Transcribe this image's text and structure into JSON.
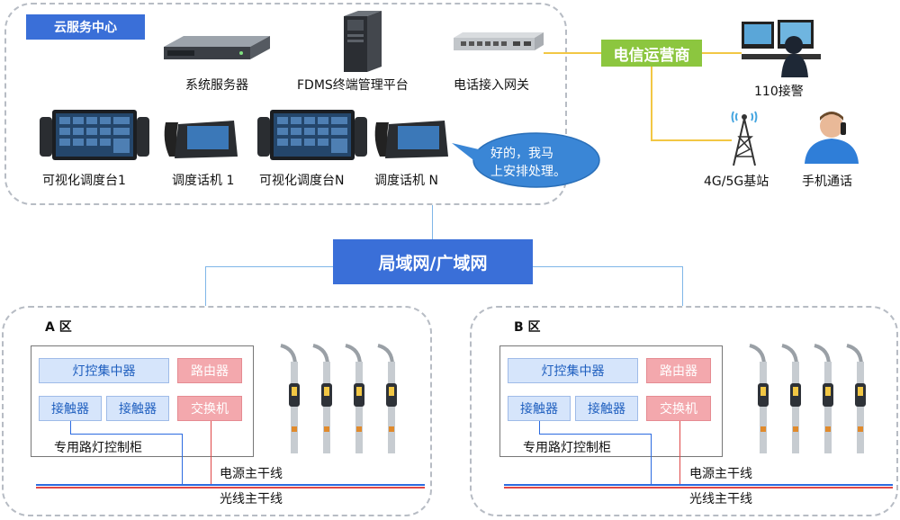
{
  "cloud": {
    "title": "云服务中心",
    "server": "系统服务器",
    "fdms": "FDMS终端管理平台",
    "gateway": "电话接入网关",
    "console1": "可视化调度台1",
    "phone1": "调度话机 1",
    "consoleN": "可视化调度台N",
    "phoneN": "调度话机 N",
    "bubble_line1": "好的，我马",
    "bubble_line2": "上安排处理。"
  },
  "telecom": {
    "carrier": "电信运营商",
    "police": "110接警",
    "base_station": "4G/5G基站",
    "mobile_call": "手机通话"
  },
  "network": {
    "label": "局域网/广域网"
  },
  "zones": [
    {
      "name": "A 区",
      "concentrator": "灯控集中器",
      "router": "路由器",
      "contactor1": "接触器",
      "contactor2": "接触器",
      "switch": "交换机",
      "cabinet": "专用路灯控制柜",
      "power_line": "电源主干线",
      "fiber_line": "光线主干线"
    },
    {
      "name": "B 区",
      "concentrator": "灯控集中器",
      "router": "路由器",
      "contactor1": "接触器",
      "contactor2": "接触器",
      "switch": "交换机",
      "cabinet": "专用路灯控制柜",
      "power_line": "电源主干线",
      "fiber_line": "光线主干线"
    }
  ],
  "colors": {
    "primary_blue": "#3a6fd8",
    "carrier_green": "#8cc63f",
    "power_line": "#2c6be0",
    "fiber_line": "#e04848",
    "link_line": "#7fb6e8",
    "telecom_line": "#f2c744"
  }
}
